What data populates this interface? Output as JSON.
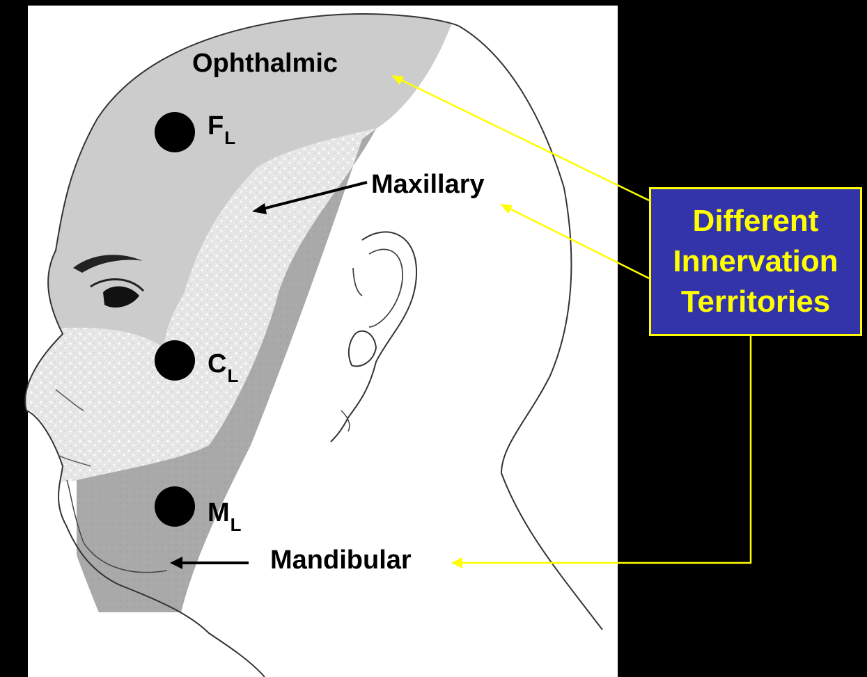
{
  "regions": {
    "ophthalmic": "Ophthalmic",
    "maxillary": "Maxillary",
    "mandibular": "Mandibular"
  },
  "points": [
    {
      "letter": "F",
      "sub": "L"
    },
    {
      "letter": "C",
      "sub": "L"
    },
    {
      "letter": "M",
      "sub": "L"
    }
  ],
  "callout": {
    "lines": [
      "Different",
      "Innervation",
      "Territories"
    ]
  },
  "colors": {
    "background": "#000000",
    "callout_fill": "#3333aa",
    "callout_text": "#ffff00",
    "leader_lines": "#ffff00"
  }
}
